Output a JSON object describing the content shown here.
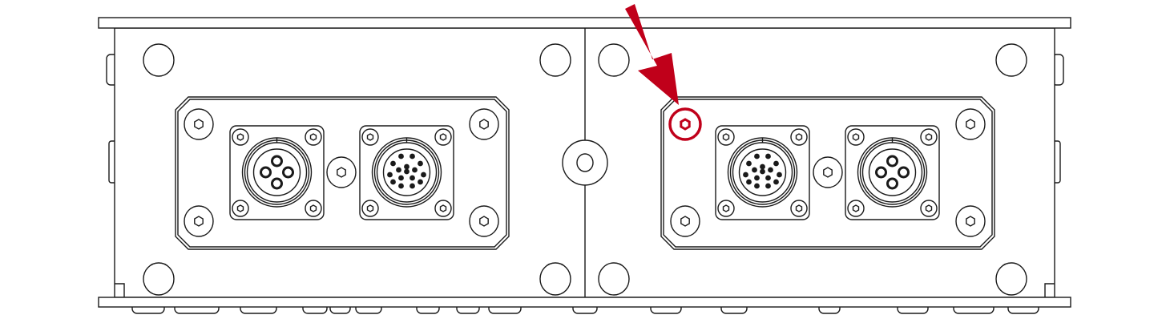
{
  "drawing": {
    "line_color": "#1a1a1a",
    "highlight_color": "#c0001a",
    "highlight": {
      "target": "hex-screw-top-left-right-plate",
      "marker": "arrow-icon",
      "ring": "circle"
    },
    "panels": [
      {
        "connectors": [
          {
            "pins": 4
          },
          {
            "pins": 16
          }
        ]
      },
      {
        "connectors": [
          {
            "pins": 16
          },
          {
            "pins": 4
          }
        ]
      }
    ]
  }
}
